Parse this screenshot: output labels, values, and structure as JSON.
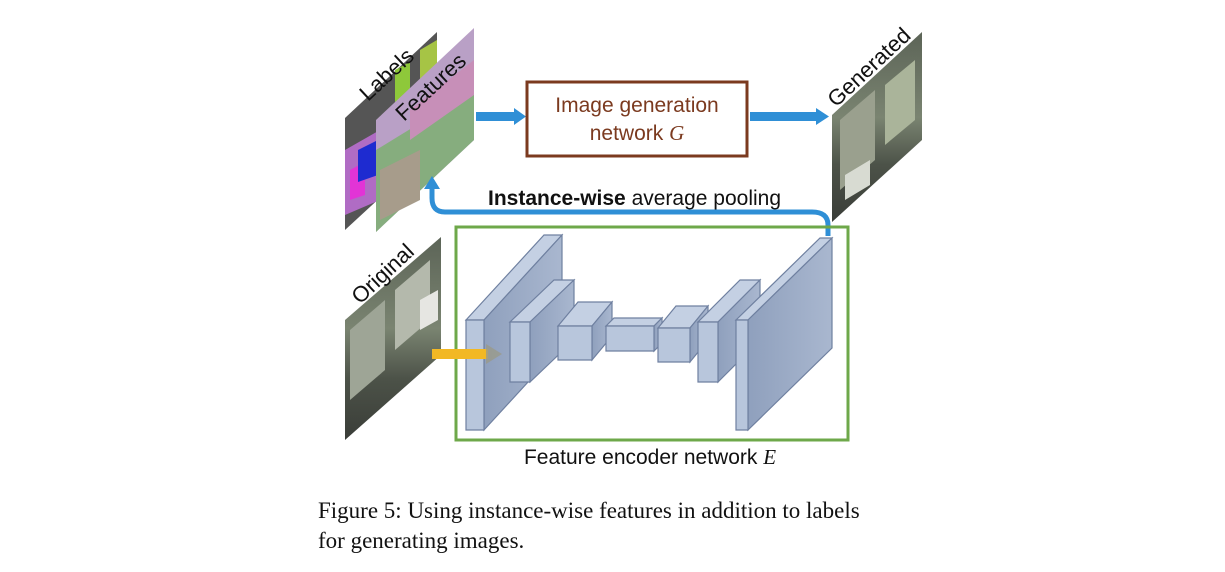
{
  "labels": {
    "labels_panel": "Labels",
    "features_panel": "Features",
    "generated_panel": "Generated",
    "original_panel": "Original",
    "generator_line1": "Image generation",
    "generator_line2_prefix": "network ",
    "generator_symbol": "G",
    "pooling_bold": "Instance-wise",
    "pooling_rest": " average pooling",
    "encoder_prefix": "Feature encoder network ",
    "encoder_symbol": "E"
  },
  "caption": {
    "line1": "Figure 5: Using instance-wise features in addition to labels",
    "line2": "for generating images."
  },
  "colors": {
    "generator_box": "#7b3a1f",
    "encoder_box": "#6ea84a",
    "blue_arrow": "#2f8fd6",
    "yellow_arrow": "#f2b824",
    "block_fill": "#b8c6dc",
    "block_stroke": "#6f80a0"
  }
}
